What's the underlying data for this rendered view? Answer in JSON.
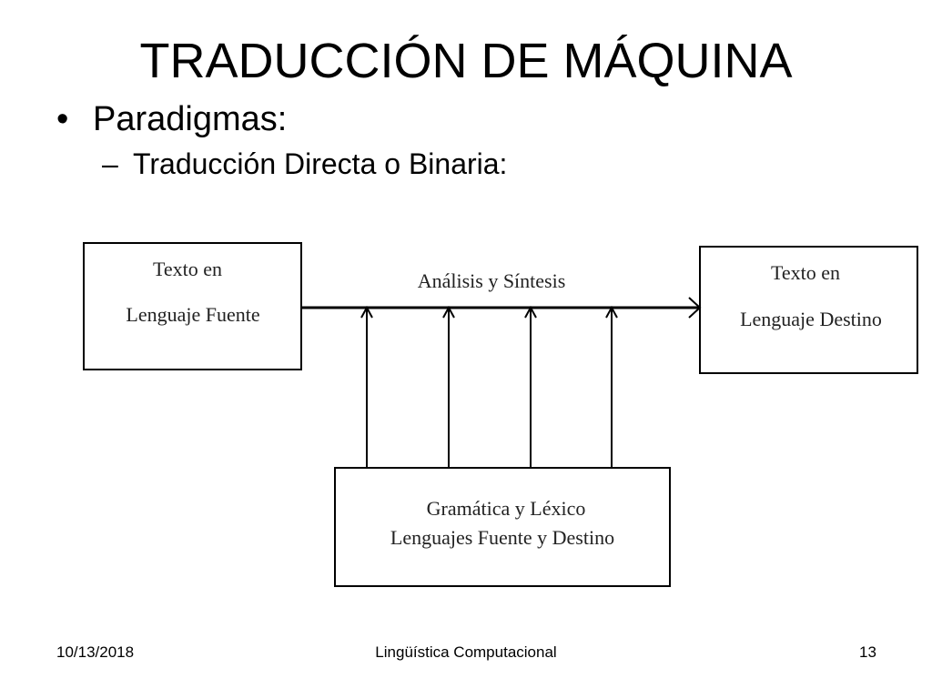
{
  "slide": {
    "title": "TRADUCCIÓN DE MÁQUINA",
    "bullet_1": "Paradigmas:",
    "bullet_1_marker": "•",
    "bullet_2": "Traducción Directa o Binaria:",
    "bullet_2_marker": "–"
  },
  "diagram": {
    "source_box": {
      "line_1": "Texto en",
      "line_2": "Lenguaje Fuente"
    },
    "target_box": {
      "line_1": "Texto en",
      "line_2": "Lenguaje Destino"
    },
    "arrow_label": "Análisis y Síntesis",
    "resource_box": {
      "line_1": "Gramática y Léxico",
      "line_2": "Lenguajes Fuente y Destino"
    },
    "stroke_color": "#000000"
  },
  "footer": {
    "date": "10/13/2018",
    "center": "Lingüística Computacional",
    "page_number": "13"
  }
}
